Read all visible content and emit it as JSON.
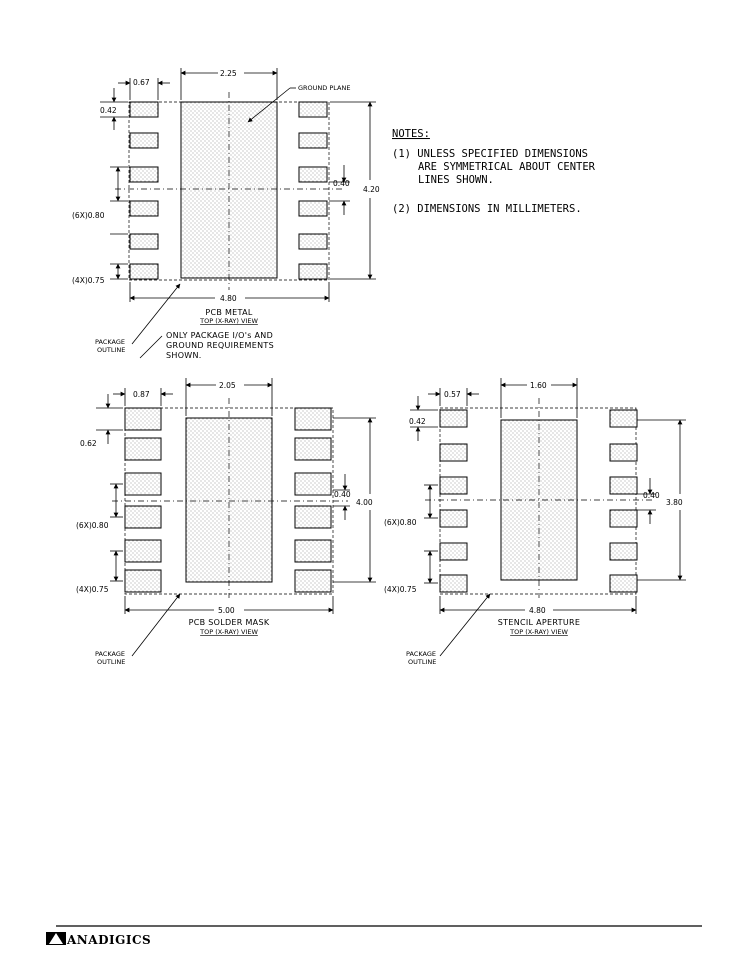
{
  "colors": {
    "ink": "#000000",
    "paper": "#ffffff",
    "stipple": "#9a9a9a"
  },
  "notes": {
    "heading": "NOTES:",
    "line1": "(1)  UNLESS SPECIFIED DIMENSIONS",
    "line2": "ARE SYMMETRICAL ABOUT CENTER",
    "line3": "LINES SHOWN.",
    "line4": "(2)  DIMENSIONS IN MILLIMETERS."
  },
  "pcb_metal": {
    "dim_pad_width": "0.67",
    "dim_ground_width": "2.25",
    "ground_plane_label": "GROUND PLANE",
    "dim_pad_height": "0.42",
    "dim_pad_gap": "0.40",
    "dim_total_height": "4.20",
    "dim_pitch": "(6X)0.80",
    "dim_end": "(4X)0.75",
    "dim_total_width": "4.80",
    "caption": "PCB METAL",
    "subcaption": "TOP (X-RAY) VIEW",
    "package_outline_1": "PACKAGE",
    "package_outline_2": "OUTLINE",
    "remark_1": "ONLY PACKAGE I/O's AND",
    "remark_2": "GROUND REQUIREMENTS",
    "remark_3": "SHOWN."
  },
  "solder_mask": {
    "dim_pad_width": "0.87",
    "dim_ground_width": "2.05",
    "dim_pad_height": "0.62",
    "dim_pad_gap": "0.40",
    "dim_total_height": "4.00",
    "dim_pitch": "(6X)0.80",
    "dim_end": "(4X)0.75",
    "dim_total_width": "5.00",
    "caption": "PCB SOLDER MASK",
    "subcaption": "TOP (X-RAY) VIEW",
    "package_outline_1": "PACKAGE",
    "package_outline_2": "OUTLINE"
  },
  "stencil": {
    "dim_pad_width": "0.57",
    "dim_ground_width": "1.60",
    "dim_pad_height": "0.42",
    "dim_pad_gap": "0.40",
    "dim_total_height": "3.80",
    "dim_pitch": "(6X)0.80",
    "dim_end": "(4X)0.75",
    "dim_total_width": "4.80",
    "caption": "STENCIL APERTURE",
    "subcaption": "TOP (X-RAY) VIEW",
    "package_outline_1": "PACKAGE",
    "package_outline_2": "OUTLINE"
  },
  "footer": {
    "logo_text": "ANADIGICS",
    "logo_icon": "anadigics-logo-icon"
  }
}
